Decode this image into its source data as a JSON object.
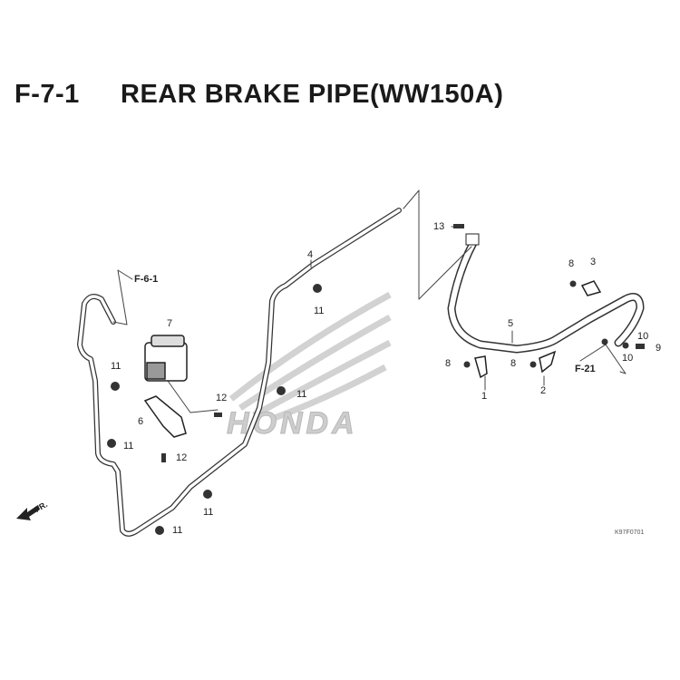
{
  "header": {
    "section": "F-7-1",
    "title": "REAR BRAKE PIPE(WW150A)"
  },
  "watermark": "HONDA",
  "references": {
    "f61": "F-6-1",
    "f21": "F-21"
  },
  "front_indicator": "FR.",
  "diagram_code": "K97F0701",
  "callouts": {
    "p1": "1",
    "p2": "2",
    "p3": "3",
    "p4": "4",
    "p5": "5",
    "p6": "6",
    "p7": "7",
    "p8a": "8",
    "p8b": "8",
    "p8c": "8",
    "p9": "9",
    "p10a": "10",
    "p10b": "10",
    "p11a": "11",
    "p11b": "11",
    "p11c": "11",
    "p11d": "11",
    "p11e": "11",
    "p11f": "11",
    "p12a": "12",
    "p12b": "12",
    "p13": "13"
  }
}
